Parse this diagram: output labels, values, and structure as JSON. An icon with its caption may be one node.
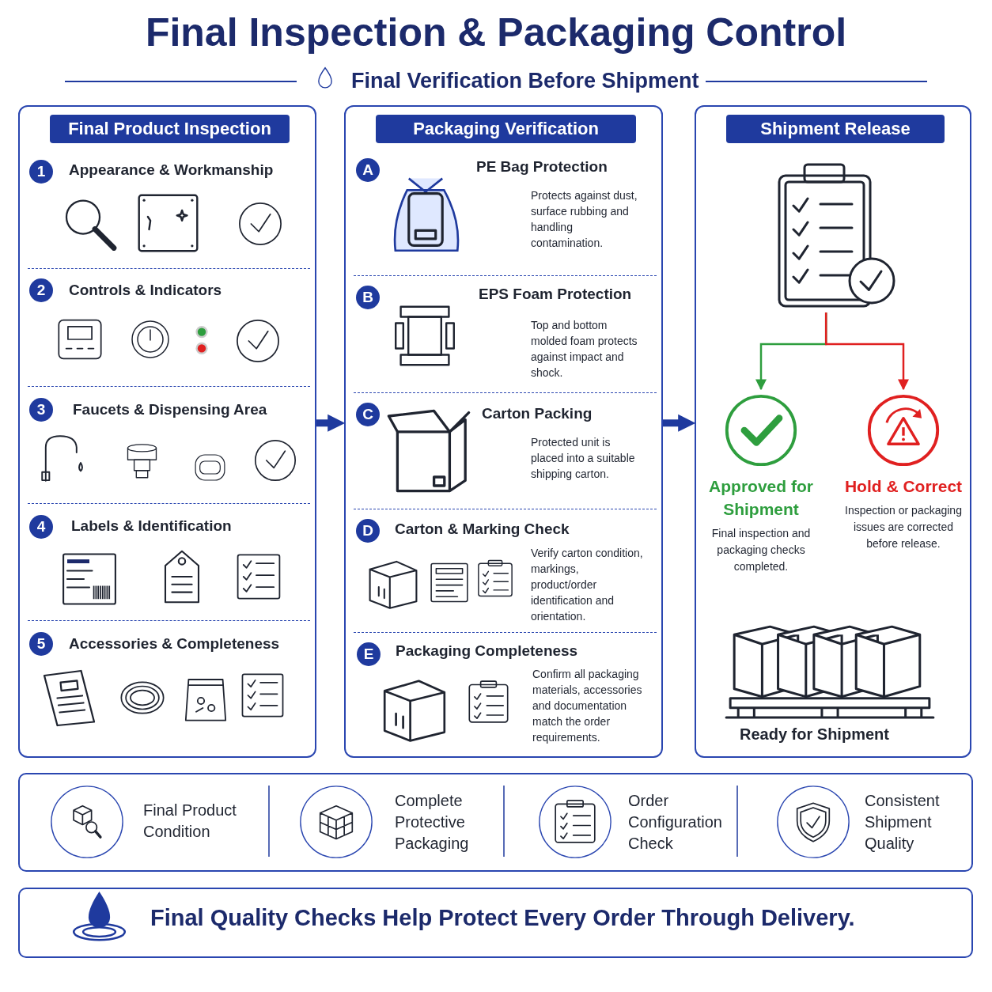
{
  "diagram": {
    "title": "Final Inspection & Packaging Control",
    "nodes": [
      {
        "text": [
          "Final Product Inspection"
        ]
      },
      {
        "text": [
          "1",
          "Appearance & Workmanship"
        ],
        "in": 0
      },
      {
        "text": [
          "2",
          "Controls & Indicators"
        ],
        "in": 0
      },
      {
        "text": [
          "3",
          "Faucets & Dispensing Area"
        ],
        "in": 0
      },
      {
        "text": [
          "4",
          "Labels & Identification"
        ],
        "in": 0
      },
      {
        "text": [
          "5",
          "Accessories & Completeness"
        ],
        "in": 0
      },
      {
        "text": [
          "Packaging Verification"
        ]
      },
      {
        "text": [
          "A",
          "PE Bag Protection",
          "Protects against dust, surface rubbing and handling contamination."
        ],
        "in": 6
      },
      {
        "text": [
          "B",
          "EPS Foam Protection",
          "Top and bottom molded foam protects against impact and shock."
        ],
        "in": 6
      },
      {
        "text": [
          "C",
          "Carton Packing",
          "Protected unit is placed into a suitable shipping carton."
        ],
        "in": 6
      },
      {
        "text": [
          "D",
          "Carton & Marking Check",
          "Verify carton condition, markings, product/order identification and orientation."
        ],
        "in": 6
      },
      {
        "text": [
          "E",
          "Packaging Completeness",
          "Confirm all packaging materials, accessories and documentation match the order requirements."
        ],
        "in": 6
      },
      {
        "text": [
          "Shipment Release"
        ]
      },
      {
        "text": [],
        "shape": "picture",
        "in": 12
      },
      {
        "text": [
          "Approved for Shipment",
          "Final inspection and packaging checks completed."
        ],
        "in": 12
      },
      {
        "text": [
          "Hold & Correct",
          "Inspection or packaging issues are corrected before release."
        ],
        "in": 12
      }
    ],
    "edges": [
      {
        "from": 0,
        "to": 6,
        "arrow": "to",
        "style": "thick"
      },
      {
        "from": 6,
        "to": 12,
        "arrow": "to",
        "style": "thick"
      },
      {
        "from": 13,
        "to": 14,
        "arrow": "to",
        "color": "#2e9e3e"
      },
      {
        "from": 13,
        "to": 15,
        "arrow": "to",
        "color": "#e02020"
      }
    ],
    "labels": [
      "Final Verification Before Shipment",
      "Ready for Shipment",
      "Final Product Condition",
      "Complete Protective Packaging",
      "Order Configuration Check",
      "Consistent Shipment Quality",
      "Final Quality Checks Help Protect Every Order Through Delivery."
    ]
  }
}
